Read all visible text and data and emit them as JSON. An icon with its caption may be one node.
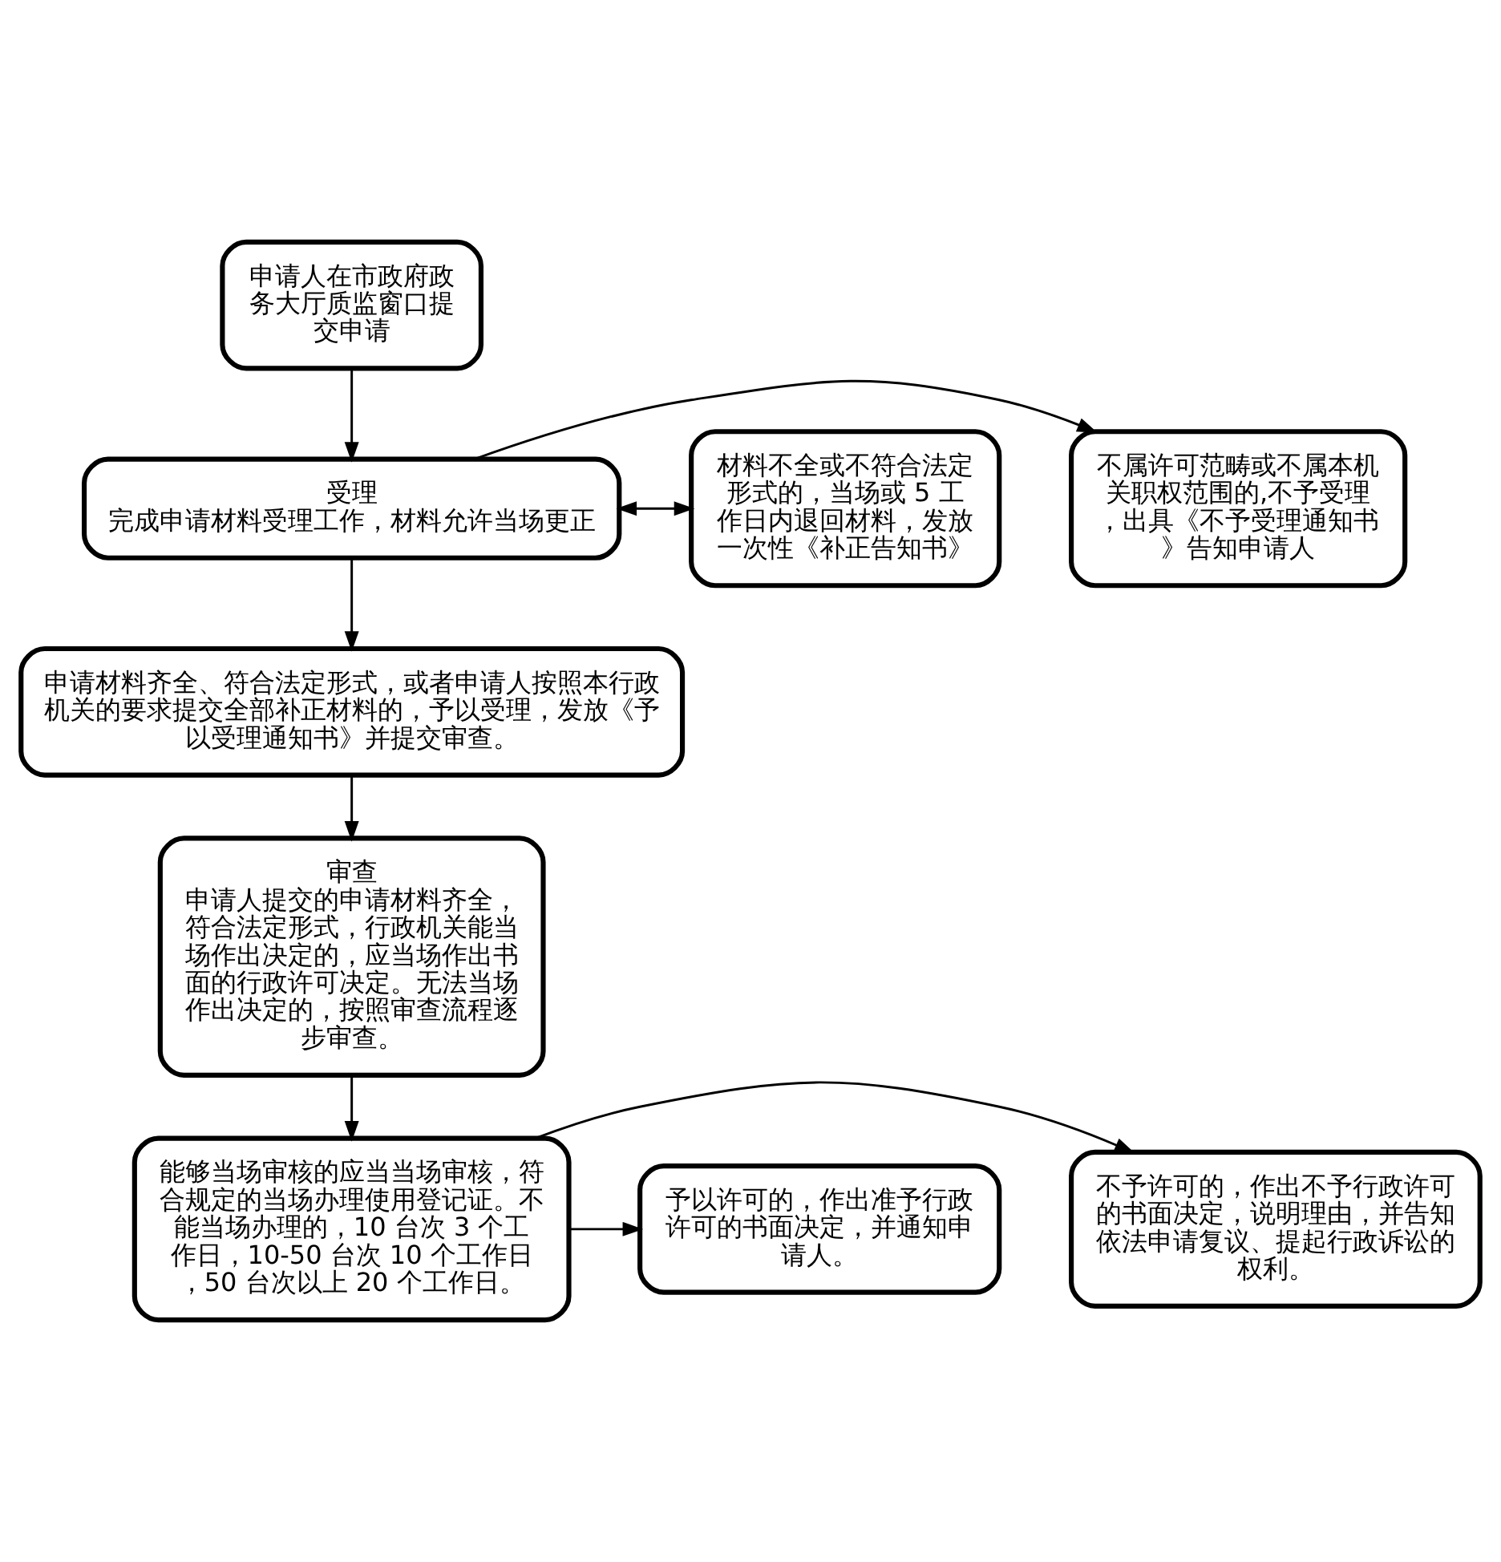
{
  "diagram": {
    "nodes": [
      {
        "text": [
          "申请人在市政府政务大厅质监窗口提交申请"
        ]
      },
      {
        "text": [
          "不属许可范畴或不属本机关职权范围的,不予受理，出具《不予受理通知书》告知申请人"
        ]
      },
      {
        "text": [
          "受理",
          "完成申请材料受理工作，材料允许当场更正"
        ]
      },
      {
        "text": [
          "材料不全或不符合法定形式的，当场或 5 工作日内退回材料，发放一次性《补正告知书》"
        ]
      },
      {
        "text": [
          "申请材料齐全、符合法定形式，或者申请人按照本行政机关的要求提交全部补正材料的，予以受理，发放《予以受理通知书》并提交审查。"
        ]
      },
      {
        "text": [
          "审查",
          "申请人提交的申请材料齐全，符合法定形式，行政机关能当场作出决定的，应当场作出书面的行政许可决定。无法当场作出决定的，按照审查流程逐步审查。"
        ]
      },
      {
        "text": [
          "不予许可的，作出不予行政许可的书面决定，说明理由，并告知依法申请复议、提起行政诉讼的权利。"
        ]
      },
      {
        "text": [
          "能够当场审核的应当当场审核，符合规定的当场办理使用登记证。不能当场办理的，10 台次 3 个工作日，10-50 台次 10 个工作日，50 台次以上 20 个工作日。"
        ]
      },
      {
        "text": [
          "予以许可的，作出准予行政许可的书面决定，并通知申请人。"
        ]
      }
    ],
    "edges": [
      {
        "from": 0,
        "to": 2,
        "arrow": "to"
      },
      {
        "from": 2,
        "to": 1,
        "arrow": "to"
      },
      {
        "from": 2,
        "to": 3,
        "arrow": "both"
      },
      {
        "from": 2,
        "to": 4,
        "arrow": "to"
      },
      {
        "from": 4,
        "to": 5,
        "arrow": "to"
      },
      {
        "from": 5,
        "to": 7,
        "arrow": "to"
      },
      {
        "from": 7,
        "to": 6,
        "arrow": "to"
      },
      {
        "from": 7,
        "to": 8,
        "arrow": "to"
      }
    ]
  }
}
